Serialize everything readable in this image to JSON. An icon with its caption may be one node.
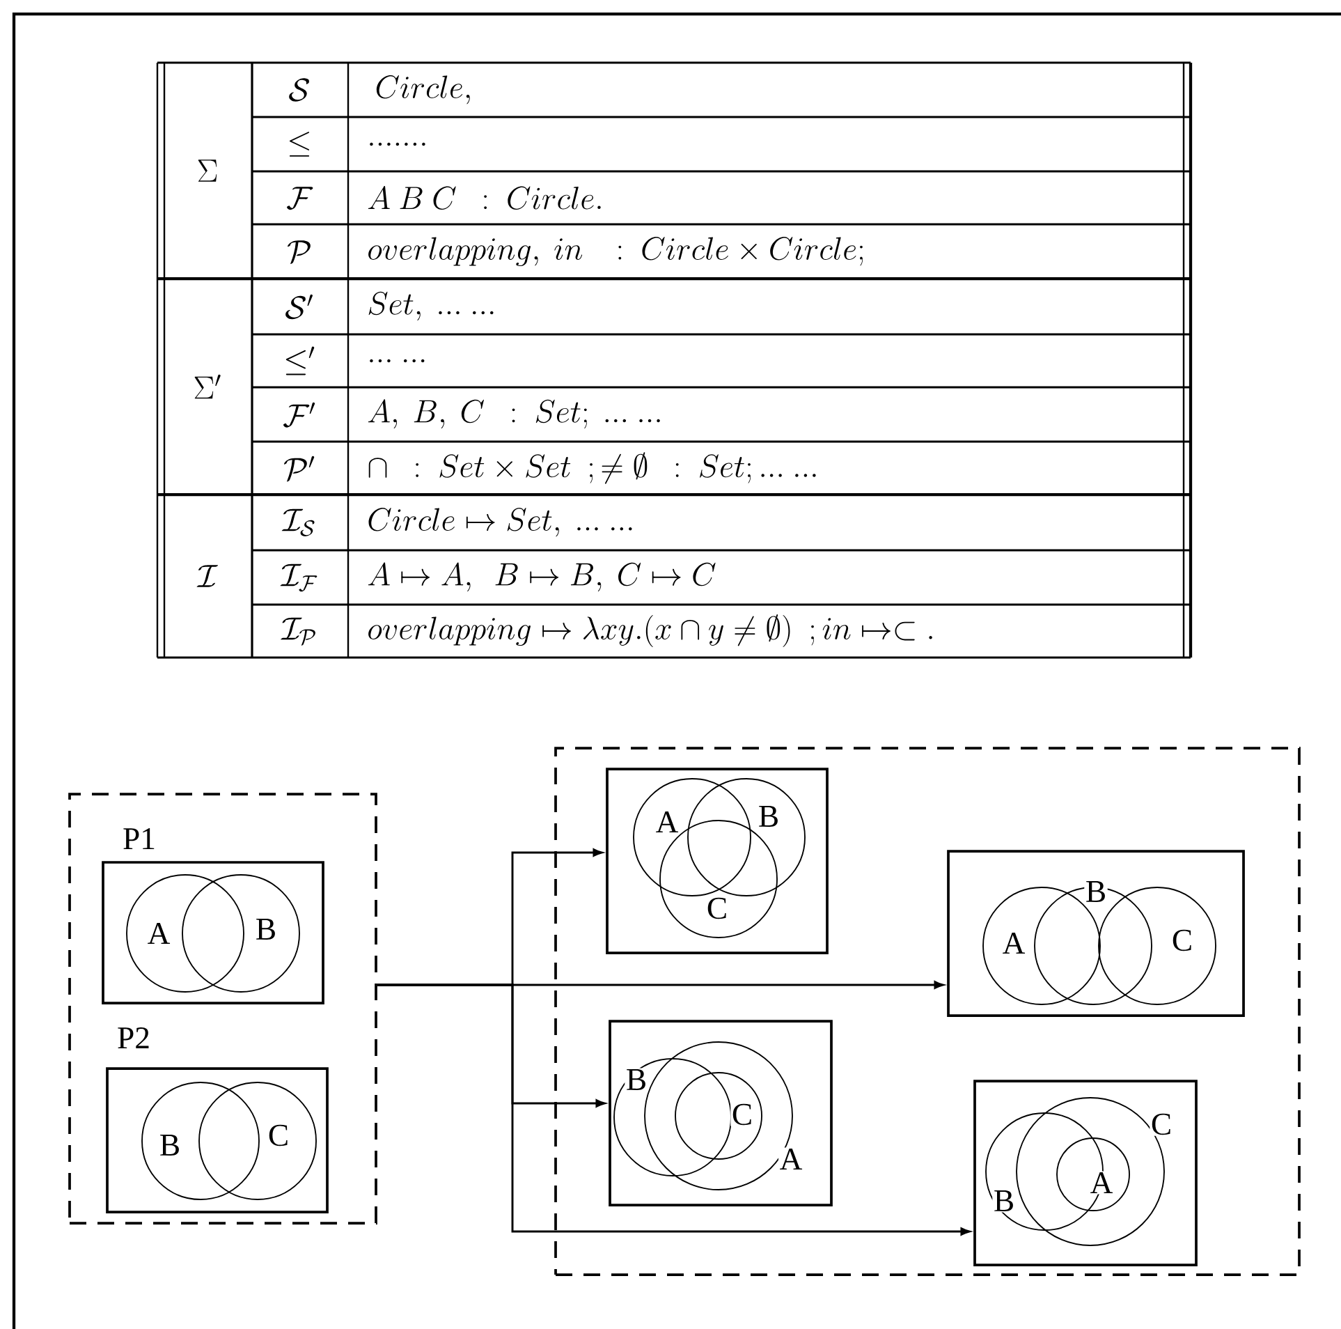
{
  "diagram": {
    "nodes": [
      {
        "text": [],
        "shape": "box"
      },
      {
        "text": [
          "P1",
          "A",
          "B"
        ],
        "in": 0
      },
      {
        "text": [
          "P2",
          "B",
          "C"
        ],
        "in": 0
      },
      {
        "text": [],
        "shape": "box"
      },
      {
        "text": [
          "A",
          "B",
          "C"
        ],
        "in": 3
      },
      {
        "text": [
          "B",
          "A",
          "C"
        ],
        "in": 3
      },
      {
        "text": [
          "B",
          "C",
          "A"
        ],
        "in": 3
      },
      {
        "text": [
          "C",
          "A",
          "B"
        ],
        "in": 3
      }
    ],
    "edges": [
      {
        "from": 0,
        "to": 4,
        "arrow": "to"
      },
      {
        "from": 0,
        "to": 5,
        "arrow": "to"
      },
      {
        "from": 0,
        "to": 6,
        "arrow": "to"
      },
      {
        "from": 0,
        "to": 7,
        "arrow": "to"
      }
    ],
    "labels": [
      "\\Sigma",
      "\\mathcal{S}",
      "\\ Circle,",
      "\\leq",
      ".......",
      "\\mathcal{F}",
      "A\\ B\\ C\\ \\ :\\ Circle.",
      "\\mathcal{P}",
      "overlapping,\\ in\\ \\ \\ :\\ Circle\\times Circle;",
      "\\Sigma'",
      "\\mathcal{S}'",
      "Set,\\ ...\\ ...",
      "\\leq'",
      "...\\ ...",
      "\\mathcal{F}'",
      "A,\\ B,\\ C\\ \\ :\\ Set;\\ ...\\ ...",
      "\\mathcal{P}'",
      "\\cap\\ \\ :\\ Set\\times Set\\ \\ ;\\neq\\emptyset\\ \\ :\\ Set;...\\ ...",
      "\\mathcal{I}",
      "\\mathcal{I}_{\\mathcal{S}}",
      "Circle\\mapsto Set,\\ ...\\ ...",
      "\\mathcal{I}_{\\mathcal{F}}",
      "A\\mapsto A,\\ \\ B\\mapsto B,\\ C\\mapsto C",
      "\\mathcal{I}_{\\mathcal{P}}",
      "overlapping\\mapsto\\lambda xy.(x\\cap y\\neq\\emptyset)\\ \\ ;in\\mapsto\\subset."
    ]
  }
}
